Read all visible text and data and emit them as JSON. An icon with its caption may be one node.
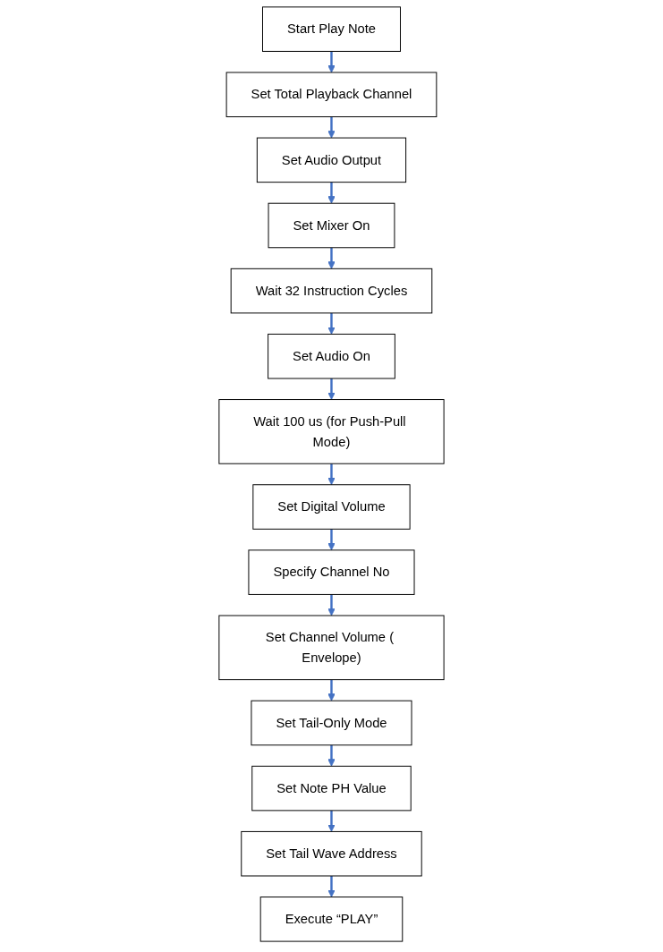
{
  "diagram": {
    "nodes": [
      {
        "text": [
          "Start Play Note"
        ]
      },
      {
        "text": [
          "Set Total Playback Channel"
        ]
      },
      {
        "text": [
          "Set Audio Output"
        ]
      },
      {
        "text": [
          "Set Mixer On"
        ]
      },
      {
        "text": [
          "Wait 32 Instruction Cycles"
        ]
      },
      {
        "text": [
          "Set Audio On"
        ]
      },
      {
        "text": [
          "Wait 100 us (for Push-Pull Mode)"
        ]
      },
      {
        "text": [
          "Set Digital Volume"
        ]
      },
      {
        "text": [
          "Specify Channel No"
        ]
      },
      {
        "text": [
          "Set Channel Volume ( Envelope)"
        ]
      },
      {
        "text": [
          "Set Tail-Only Mode"
        ]
      },
      {
        "text": [
          "Set Note PH Value"
        ]
      },
      {
        "text": [
          "Set Tail Wave Address"
        ]
      },
      {
        "text": [
          "Execute “PLAY”"
        ]
      }
    ],
    "edges": [
      {
        "from": 0,
        "to": 1,
        "arrow": "to"
      },
      {
        "from": 1,
        "to": 2,
        "arrow": "to"
      },
      {
        "from": 2,
        "to": 3,
        "arrow": "to"
      },
      {
        "from": 3,
        "to": 4,
        "arrow": "to"
      },
      {
        "from": 4,
        "to": 5,
        "arrow": "to"
      },
      {
        "from": 5,
        "to": 6,
        "arrow": "to"
      },
      {
        "from": 6,
        "to": 7,
        "arrow": "to"
      },
      {
        "from": 7,
        "to": 8,
        "arrow": "to"
      },
      {
        "from": 8,
        "to": 9,
        "arrow": "to"
      },
      {
        "from": 9,
        "to": 10,
        "arrow": "to"
      },
      {
        "from": 10,
        "to": 11,
        "arrow": "to"
      },
      {
        "from": 11,
        "to": 12,
        "arrow": "to"
      },
      {
        "from": 12,
        "to": 13,
        "arrow": "to"
      }
    ]
  }
}
